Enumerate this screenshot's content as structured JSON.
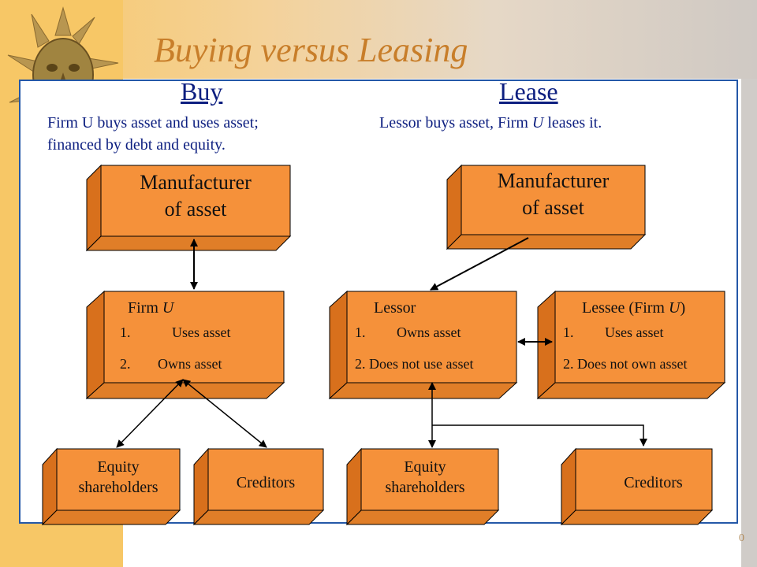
{
  "title": "Buying versus Leasing",
  "slide_number": "0",
  "colors": {
    "box_front": "#f5913a",
    "box_side": "#d8701c",
    "heading": "#0d1f80",
    "title": "#c87e2a",
    "frame": "#2458a8"
  },
  "buy": {
    "heading": "Buy",
    "desc_line1": "Firm U buys asset and uses asset;",
    "desc_line2": "financed by debt and equity.",
    "manufacturer": {
      "line1": "Manufacturer",
      "line2": "of asset"
    },
    "firm": {
      "title_prefix": "Firm ",
      "title_italic": "U",
      "item1_num": "1.",
      "item1": "Uses asset",
      "item2_num": "2.",
      "item2": "Owns asset"
    },
    "equity": {
      "line1": "Equity",
      "line2": "shareholders"
    },
    "creditors": "Creditors"
  },
  "lease": {
    "heading": "Lease",
    "desc_prefix": "Lessor buys asset, Firm ",
    "desc_italic": "U",
    "desc_suffix": " leases it.",
    "manufacturer": {
      "line1": "Manufacturer",
      "line2": "of asset"
    },
    "lessor": {
      "title": "Lessor",
      "item1_num": "1.",
      "item1": "Owns asset",
      "item2": "2. Does not use asset"
    },
    "lessee": {
      "title_prefix": "Lessee (Firm ",
      "title_italic": "U",
      "title_suffix": ")",
      "item1_num": "1.",
      "item1": "Uses asset",
      "item2": "2. Does not own asset"
    },
    "equity": {
      "line1": "Equity",
      "line2": "shareholders"
    },
    "creditors": "Creditors"
  }
}
